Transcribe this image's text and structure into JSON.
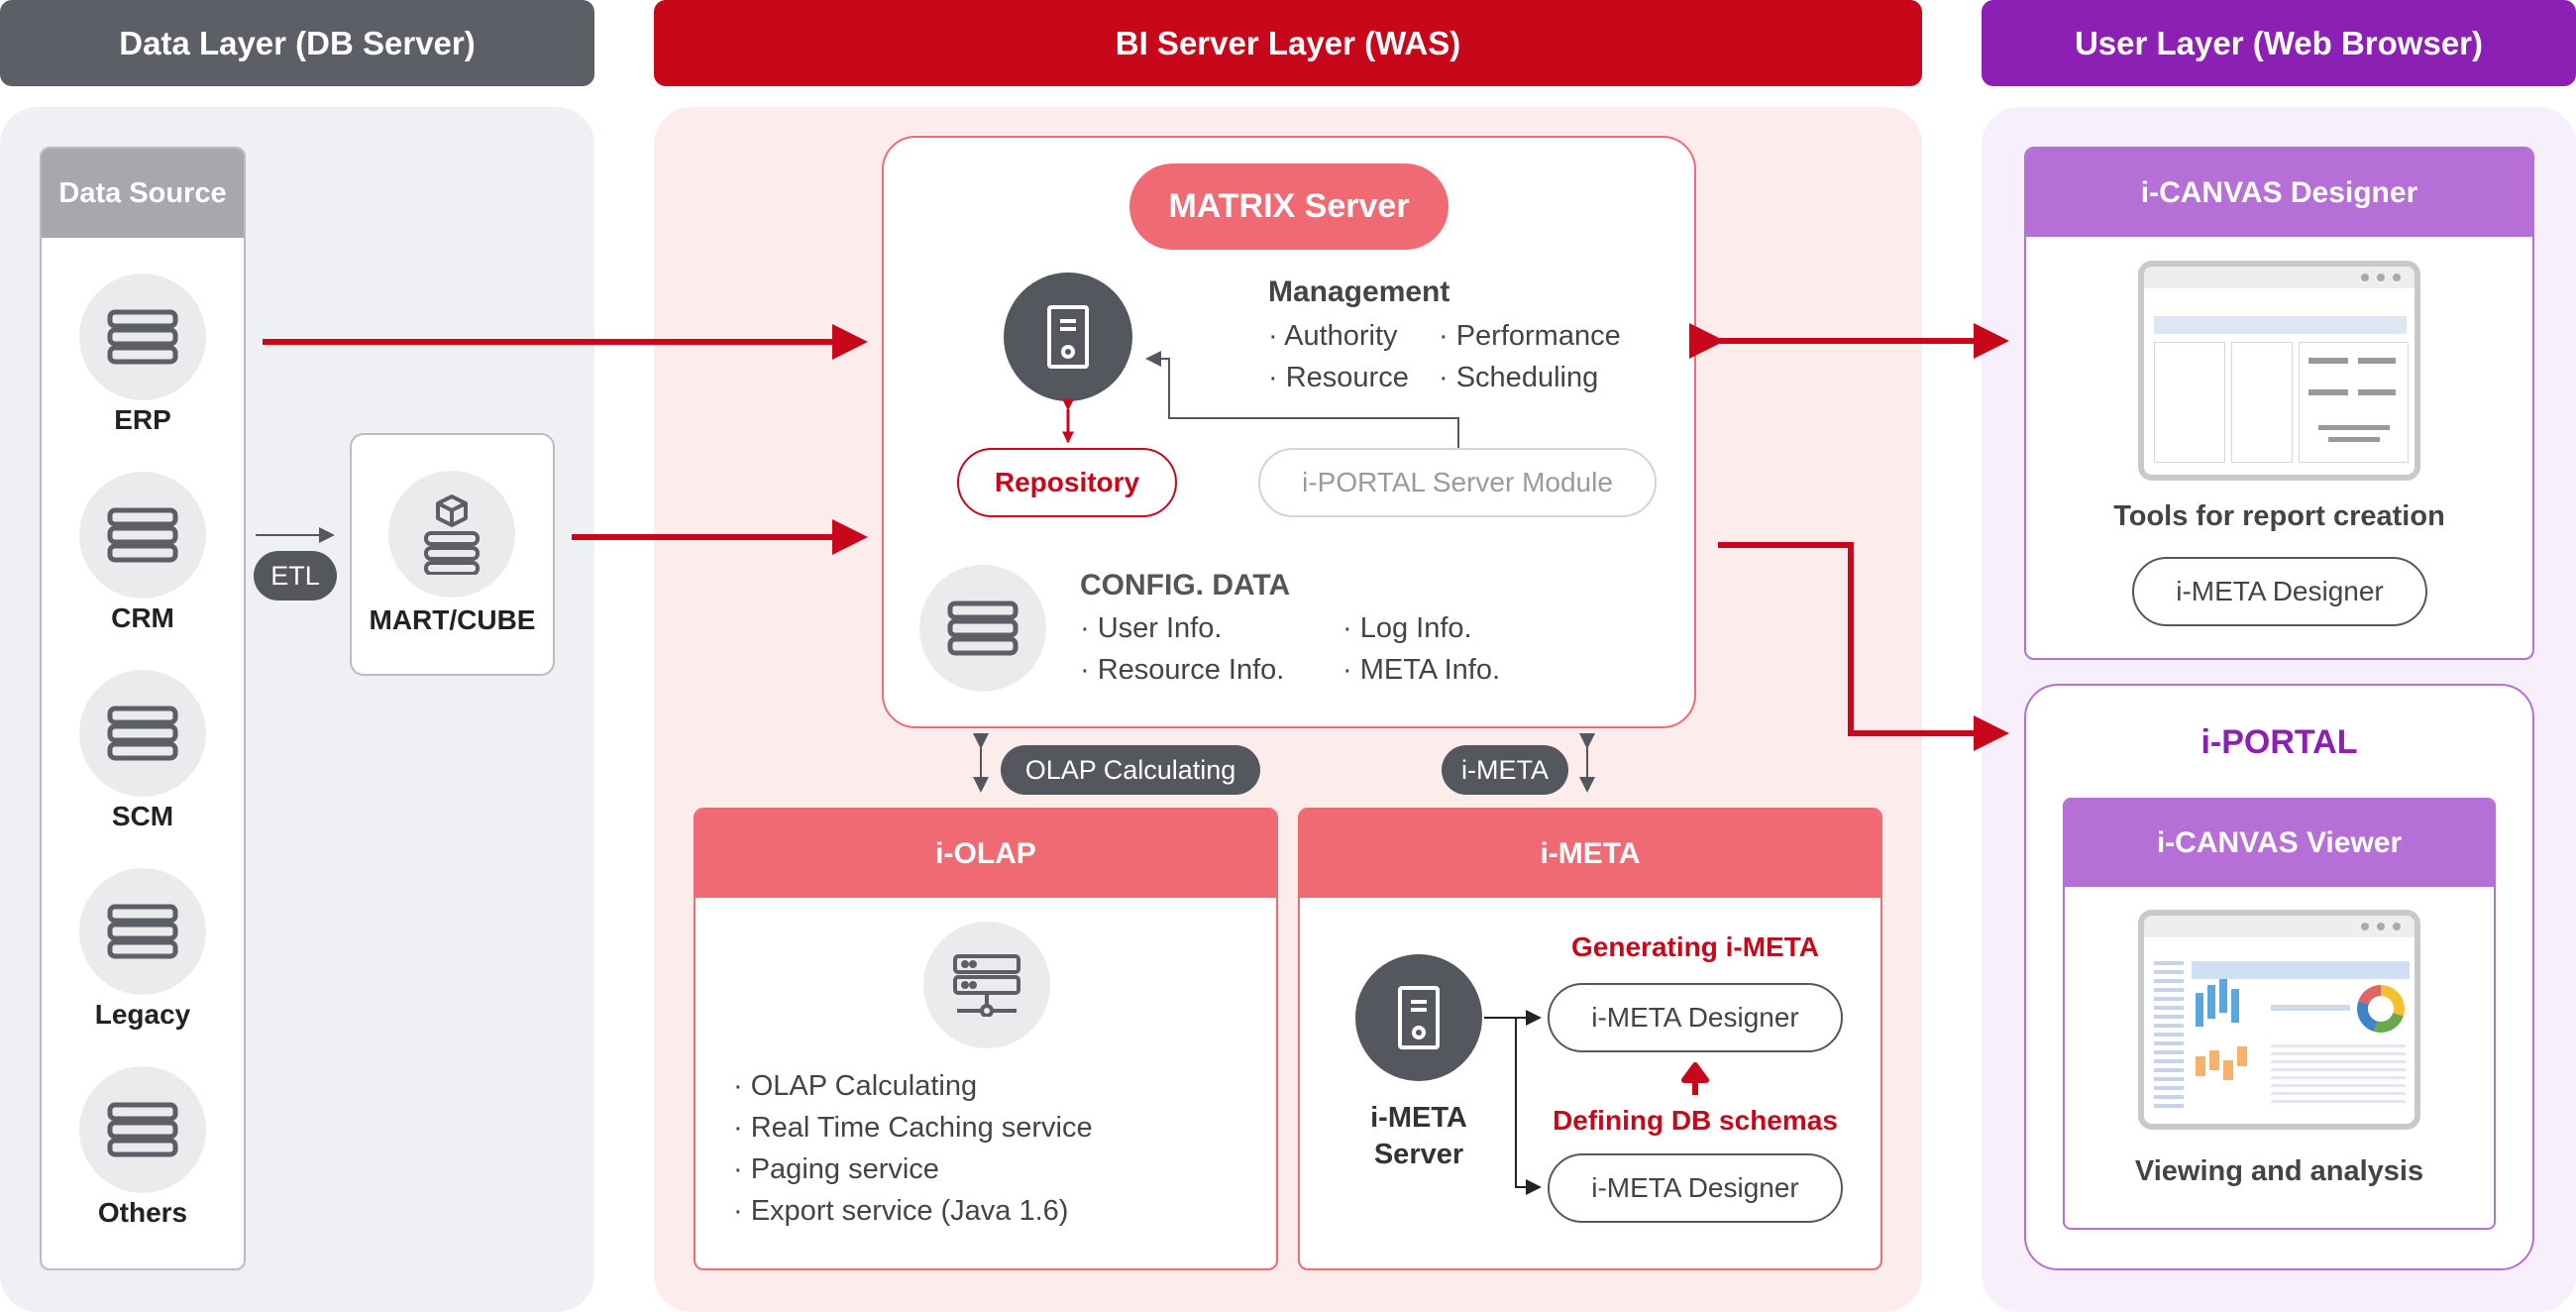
{
  "headers": {
    "data_layer": "Data Layer (DB Server)",
    "bi_layer": "BI Server Layer (WAS)",
    "user_layer": "User Layer (Web Browser)"
  },
  "data_layer": {
    "source_title": "Data Source",
    "sources": [
      "ERP",
      "CRM",
      "SCM",
      "Legacy",
      "Others"
    ],
    "etl": "ETL",
    "mart": "MART/CUBE"
  },
  "matrix": {
    "title": "MATRIX Server",
    "management_title": "Management",
    "management_items": [
      "· Authority",
      "· Performance",
      "· Resource",
      "· Scheduling"
    ],
    "repository": "Repository",
    "portal_module": "i-PORTAL Server Module",
    "config_title": "CONFIG. DATA",
    "config_items": [
      "· User Info.",
      "· Log Info.",
      "· Resource Info.",
      "· META Info."
    ]
  },
  "connectors": {
    "olap": "OLAP Calculating",
    "imeta": "i-META"
  },
  "iolap": {
    "title": "i-OLAP",
    "items": [
      "· OLAP Calculating",
      "· Real Time Caching service",
      "· Paging service",
      "· Export service (Java 1.6)"
    ]
  },
  "imeta_box": {
    "title": "i-META",
    "server_label": "i-META Server",
    "generating": "Generating i-META",
    "designer_top": "i-META Designer",
    "defining": "Defining DB schemas",
    "designer_bottom": "i-META Designer"
  },
  "user_layer": {
    "canvas_designer": "i-CANVAS Designer",
    "tools_caption": "Tools for report creation",
    "meta_designer": "i-META Designer",
    "portal_title": "i-PORTAL",
    "canvas_viewer": "i-CANVAS Viewer",
    "viewer_caption": "Viewing and analysis"
  },
  "colors": {
    "gray_header": "#5d5f66",
    "red_header": "#c8081a",
    "purple_header": "#8d20b4",
    "pink_accent": "#f06a74",
    "lavender": "#b56fd6",
    "arrow_red": "#c8081a"
  }
}
